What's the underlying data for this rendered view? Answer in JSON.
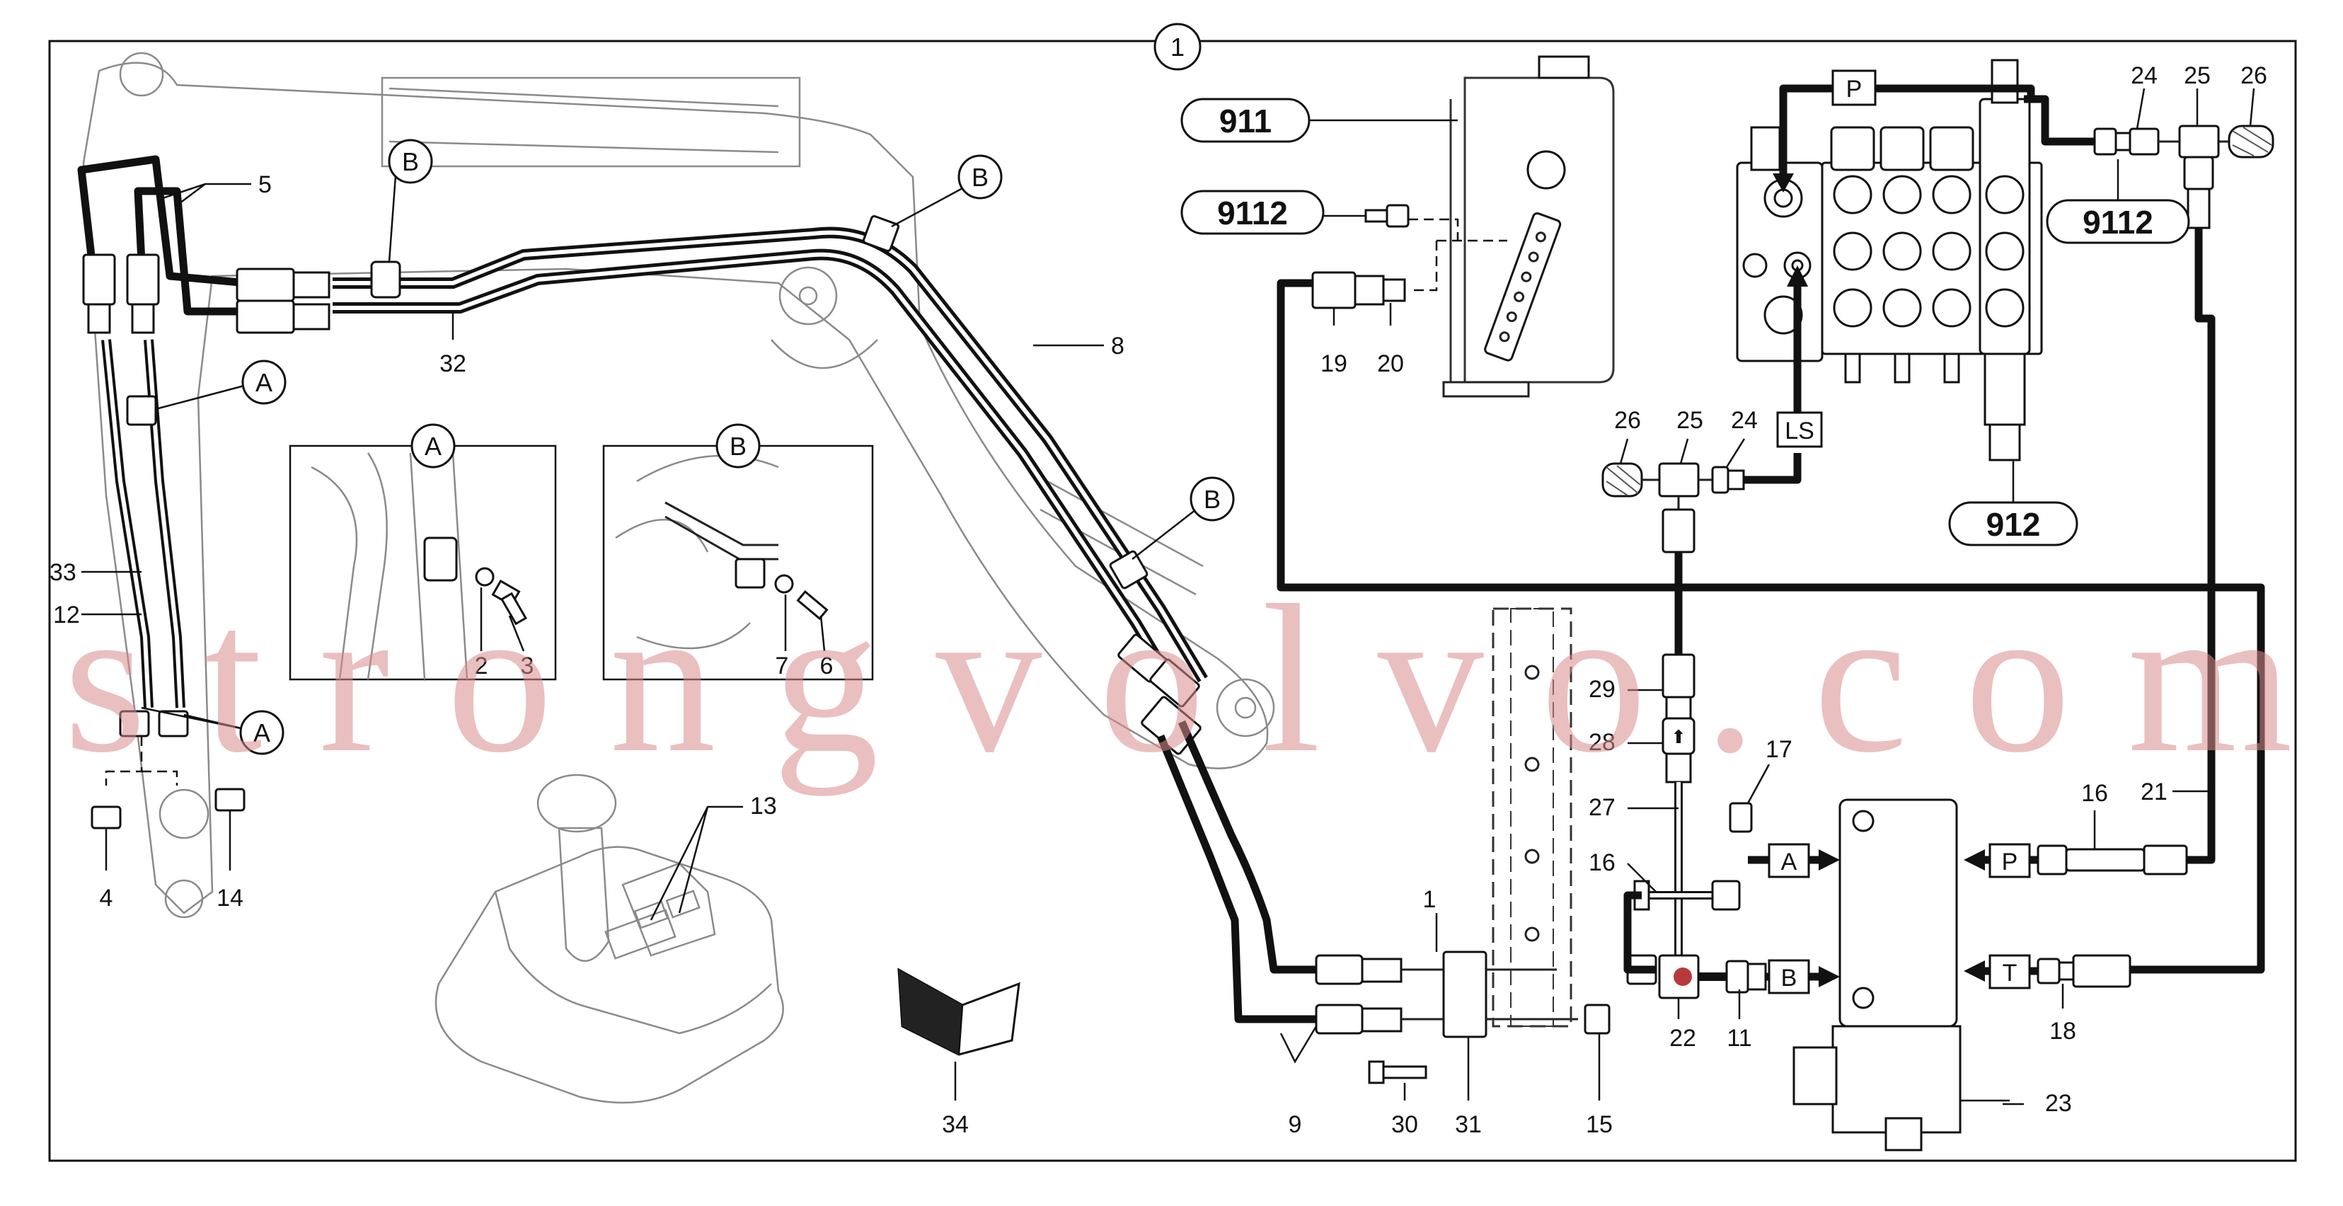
{
  "figure": {
    "index": "1",
    "watermark": "strongvolvo.com"
  },
  "group_labels": {
    "g911": "911",
    "g9112_left": "9112",
    "g9112_right": "9112",
    "g912": "912"
  },
  "detail_views": {
    "a": "A",
    "b": "B"
  },
  "section_callouts": [
    "A",
    "B",
    "B",
    "B",
    "A"
  ],
  "ports": {
    "p_top": "P",
    "ls": "LS",
    "a": "A",
    "b": "B",
    "p_side": "P",
    "t_side": "T"
  },
  "part_numbers": {
    "n1": "1",
    "n2": "2",
    "n3": "3",
    "n4": "4",
    "n5": "5",
    "n6": "6",
    "n7": "7",
    "n8": "8",
    "n9": "9",
    "n11": "11",
    "n12": "12",
    "n13": "13",
    "n14": "14",
    "n15": "15",
    "n16a": "16",
    "n16b": "16",
    "n17": "17",
    "n18": "18",
    "n19": "19",
    "n20": "20",
    "n21": "21",
    "n22": "22",
    "n23": "23",
    "n24a": "24",
    "n24b": "24",
    "n25a": "25",
    "n25b": "25",
    "n26a": "26",
    "n26b": "26",
    "n27": "27",
    "n28": "28",
    "n29": "29",
    "n30": "30",
    "n31": "31",
    "n32": "32",
    "n33": "33",
    "n34": "34"
  }
}
